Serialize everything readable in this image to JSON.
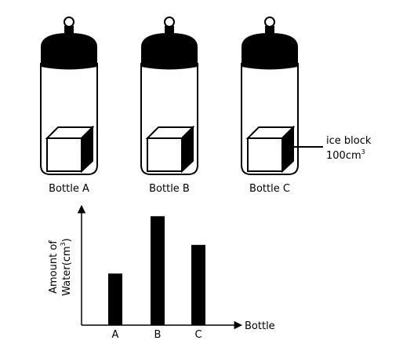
{
  "bottles": [
    {
      "label": "Bottle A"
    },
    {
      "label": "Bottle B"
    },
    {
      "label": "Bottle C"
    }
  ],
  "annotation": {
    "line1": "ice block",
    "line2": "100cm",
    "sup": "3"
  },
  "chart_data": {
    "type": "bar",
    "categories": [
      "A",
      "B",
      "C"
    ],
    "values": [
      0.45,
      0.95,
      0.7
    ],
    "ylim": [
      0,
      1
    ],
    "xlabel": "Bottle",
    "ylabel_line1": "Amount of",
    "ylabel_line2": "Water(cm",
    "ylabel_sup": "3",
    "ylabel_close": ")",
    "grid": false,
    "bar_color": "#000000"
  }
}
